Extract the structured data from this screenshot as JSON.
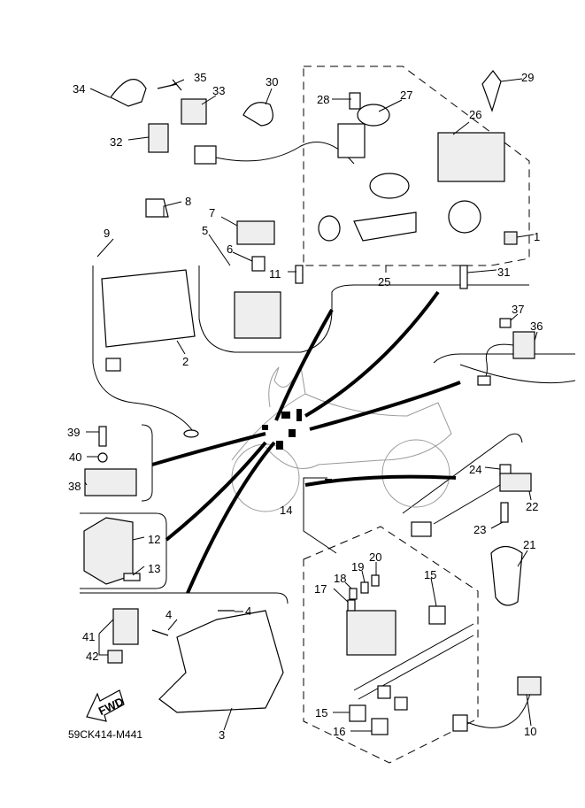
{
  "diagram": {
    "callouts": [
      "34",
      "35",
      "33",
      "30",
      "32",
      "28",
      "27",
      "29",
      "26",
      "1",
      "8",
      "7",
      "5",
      "6",
      "9",
      "11",
      "31",
      "25",
      "2",
      "37",
      "36",
      "39",
      "40",
      "38",
      "24",
      "22",
      "14",
      "23",
      "21",
      "12",
      "13",
      "20",
      "19",
      "18",
      "17",
      "15",
      "4",
      "4",
      "41",
      "42",
      "15",
      "16",
      "10",
      "3"
    ],
    "fwd_label": "FWD",
    "drawing_code": "59CK414-M441"
  }
}
